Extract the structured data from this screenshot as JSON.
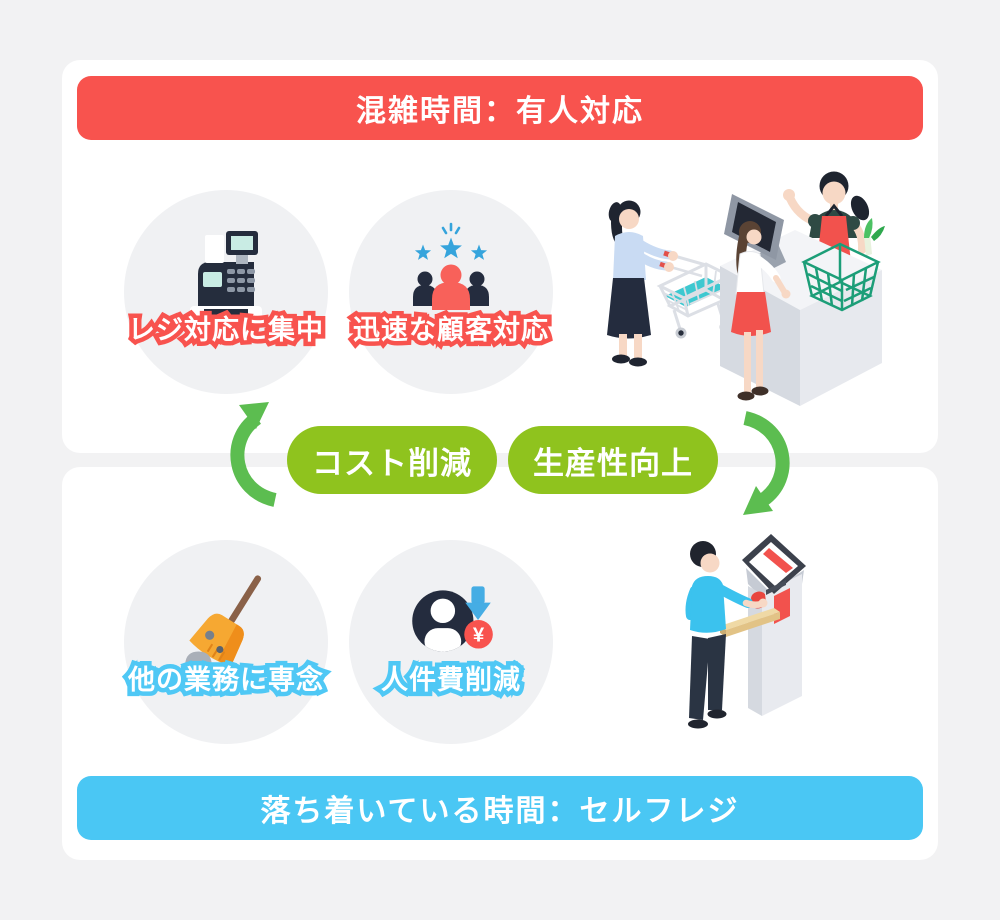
{
  "colors": {
    "page_bg": "#f2f2f3",
    "card_bg": "#ffffff",
    "accent_red": "#f8534e",
    "accent_blue": "#4ac7f4",
    "pill_green": "#8fc31e",
    "arrow_green": "#5cbd50",
    "circle_bg": "#f0f1f3",
    "dark_navy": "#242c3e"
  },
  "top_section": {
    "banner_label": "混雑時間：有人対応",
    "features": [
      {
        "icon": "cash-register-icon",
        "label": "レジ対応に集中"
      },
      {
        "icon": "customer-service-stars-icon",
        "label": "迅速な顧客対応"
      }
    ],
    "illustration": "staffed-checkout-scene"
  },
  "cycle": {
    "pills": [
      {
        "label": "コスト削減"
      },
      {
        "label": "生産性向上"
      }
    ]
  },
  "bottom_section": {
    "banner_label": "落ち着いている時間：セルフレジ",
    "features": [
      {
        "icon": "broom-icon",
        "label": "他の業務に専念"
      },
      {
        "icon": "labor-cost-icon",
        "label": "人件費削減",
        "icon_glyph": "¥"
      }
    ],
    "illustration": "self-checkout-scene"
  }
}
